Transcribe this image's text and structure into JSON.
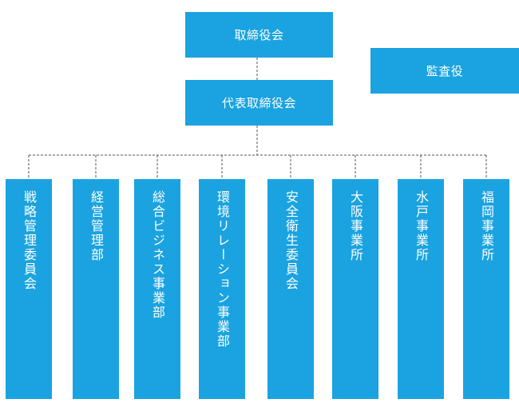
{
  "board": {
    "label": "取締役会"
  },
  "representative": {
    "label": "代表取締役会"
  },
  "auditor": {
    "label": "監査役"
  },
  "departments": [
    {
      "label": "戦略管理委員会"
    },
    {
      "label": "経営管理部"
    },
    {
      "label": "総合ビジネス事業部"
    },
    {
      "label": "環境リレーション事業部"
    },
    {
      "label": "安全衛生委員会"
    },
    {
      "label": "大阪事業所"
    },
    {
      "label": "水戸事業所"
    },
    {
      "label": "福岡事業所"
    }
  ],
  "colors": {
    "box_fill": "#1aa3e0",
    "box_text": "#ffffff",
    "connector": "#555555"
  }
}
